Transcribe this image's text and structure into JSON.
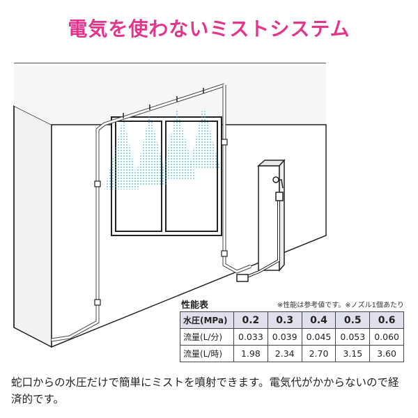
{
  "title": "電気を使わないミストシステム",
  "performance": {
    "heading": "性能表",
    "note": "※性能は参考値です。※ノズル1個あたり",
    "header_label": "水圧(MPa)",
    "pressures": [
      "0.2",
      "0.3",
      "0.4",
      "0.5",
      "0.6"
    ],
    "rows": [
      {
        "label": "流量(L/分)",
        "values": [
          "0.033",
          "0.039",
          "0.045",
          "0.053",
          "0.060"
        ]
      },
      {
        "label": "流量(L/時)",
        "values": [
          "1.98",
          "2.34",
          "2.70",
          "3.15",
          "3.60"
        ]
      }
    ]
  },
  "caption": "蛇口からの水圧だけで簡単にミストを噴射できます。電気代がかからないので経済的です。",
  "colors": {
    "title": "#e4348b",
    "mist": "#29a9e1",
    "table_header": "#dfe0ec"
  }
}
